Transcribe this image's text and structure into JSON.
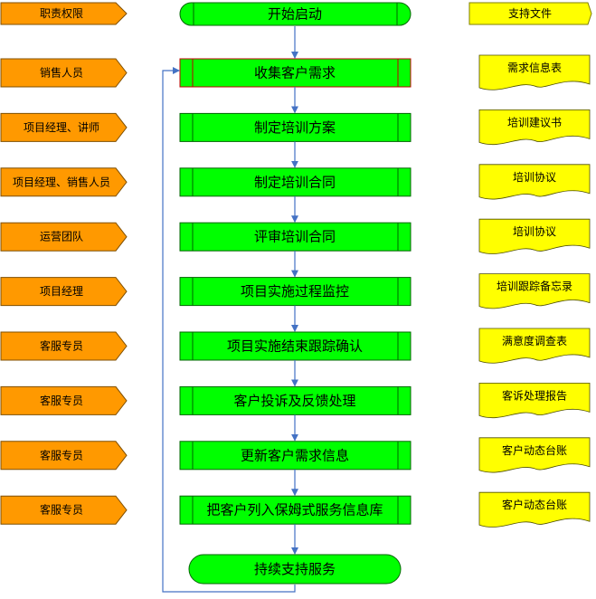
{
  "roles_header": "职责权限",
  "docs_header": "支持文件",
  "start": "开始启动",
  "end": "持续支持服务",
  "steps": [
    {
      "role": "销售人员",
      "step": "收集客户需求",
      "doc": "需求信息表"
    },
    {
      "role": "项目经理、讲师",
      "step": "制定培训方案",
      "doc": "培训建议书"
    },
    {
      "role": "项目经理、销售人员",
      "step": "制定培训合同",
      "doc": "培训协议"
    },
    {
      "role": "运营团队",
      "step": "评审培训合同",
      "doc": "培训协议"
    },
    {
      "role": "项目经理",
      "step": "项目实施过程监控",
      "doc": "培训跟踪备忘录"
    },
    {
      "role": "客服专员",
      "step": "项目实施结束跟踪确认",
      "doc": "满意度调查表"
    },
    {
      "role": "客服专员",
      "step": "客户投诉及反馈处理",
      "doc": "客诉处理报告"
    },
    {
      "role": "客服专员",
      "step": "更新客户需求信息",
      "doc": "客户动态台账"
    },
    {
      "role": "客服专员",
      "step": "把客户列入保姆式服务信息库",
      "doc": "客户动态台账"
    }
  ],
  "colors": {
    "role_fill": "#FF9900",
    "process_fill": "#00FF00",
    "process_border": "#006400",
    "highlight_border": "#C00000",
    "doc_fill": "#FFFF00",
    "connector": "#4472C4"
  }
}
